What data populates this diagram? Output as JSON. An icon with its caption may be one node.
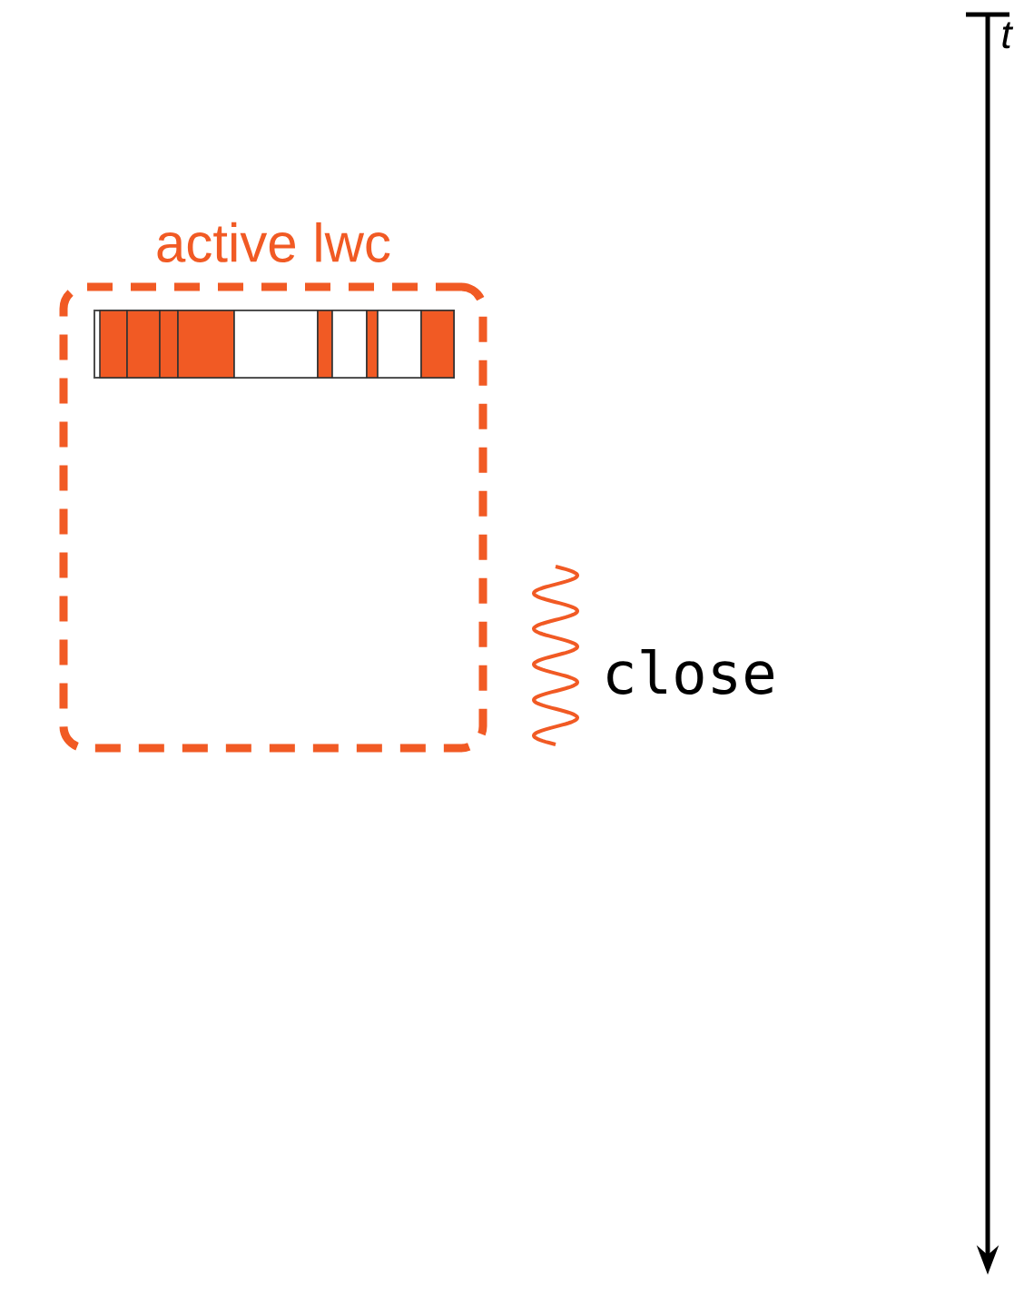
{
  "diagram": {
    "nodes": [
      {
        "text": [
          "active lwc"
        ]
      }
    ],
    "labels": [
      "close",
      "t"
    ]
  }
}
